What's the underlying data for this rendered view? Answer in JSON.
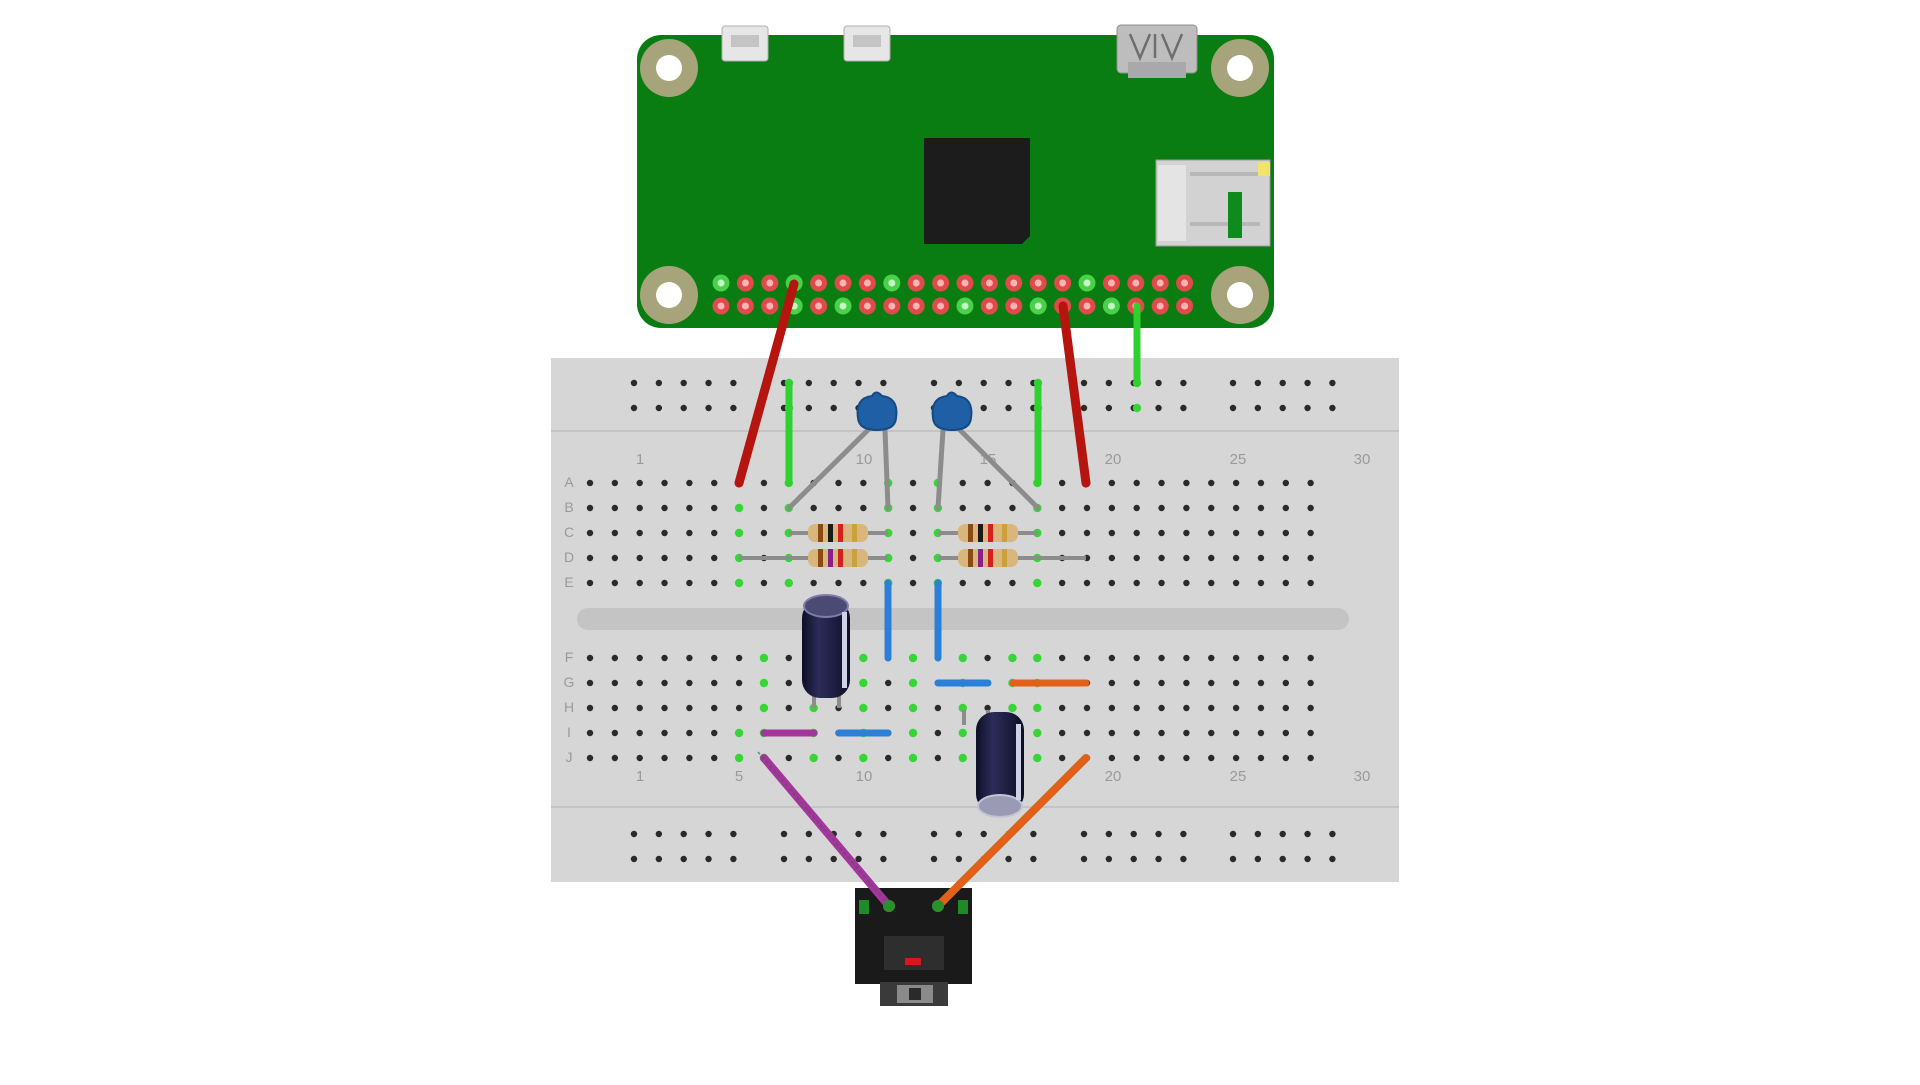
{
  "breadboard": {
    "column_labels": [
      "1",
      "5",
      "10",
      "15",
      "20",
      "25",
      "30"
    ],
    "row_labels_top": [
      "A",
      "B",
      "C",
      "D",
      "E"
    ],
    "row_labels_bottom": [
      "F",
      "G",
      "H",
      "I",
      "J"
    ]
  },
  "colors": {
    "pcb": "#0a7d12",
    "breadboard": "#d6d6d6",
    "wire_red": "#b5140f",
    "wire_green": "#2ed12e",
    "wire_blue": "#2c7fd6",
    "wire_purple": "#a3359c",
    "wire_orange": "#e0621a",
    "wire_gray": "#8c8c8c",
    "capacitor_blue": "#1f5fa6",
    "electrolytic": "#1a1a3c"
  }
}
